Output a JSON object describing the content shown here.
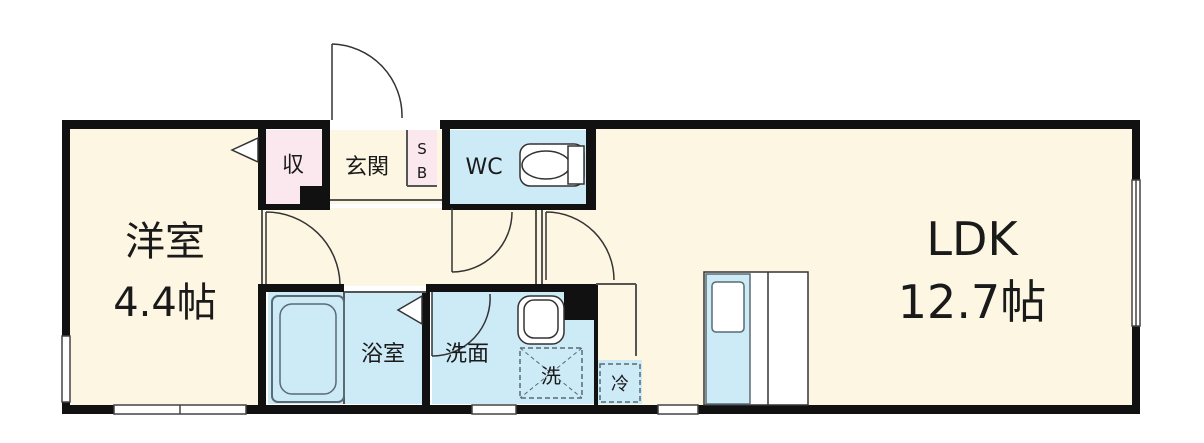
{
  "rooms": {
    "western_room": {
      "name": "洋室",
      "size": "4.4帖"
    },
    "ldk": {
      "name": "LDK",
      "size": "12.7帖"
    },
    "storage": "収",
    "entrance": "玄関",
    "shoe_box": [
      "S",
      "B"
    ],
    "wc": "WC",
    "bath": "浴室",
    "washroom": "洗面",
    "washer": "洗",
    "fridge": "冷"
  },
  "colors": {
    "wall": "#111111",
    "room_floor": "#fdf6e3",
    "wet_area": "#cdeaf7",
    "storage": "#fbe8ef",
    "fixture_outline": "#5a6b74"
  }
}
